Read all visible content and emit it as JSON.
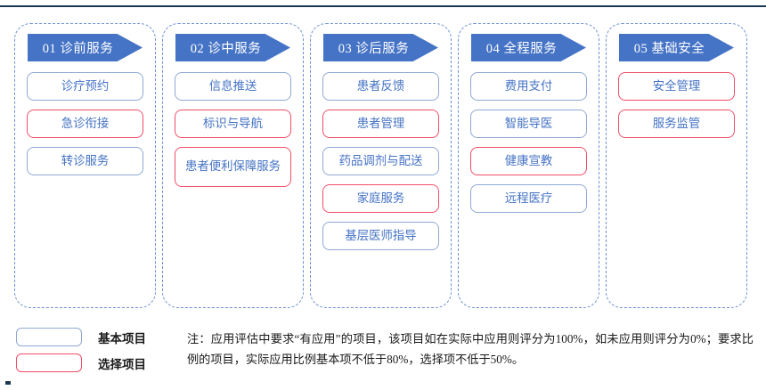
{
  "columns": [
    {
      "banner": "01 诊前服务",
      "items": [
        {
          "label": "诊疗预约",
          "type": "basic"
        },
        {
          "label": "急诊衔接",
          "type": "optional"
        },
        {
          "label": "转诊服务",
          "type": "basic"
        }
      ]
    },
    {
      "banner": "02 诊中服务",
      "items": [
        {
          "label": "信息推送",
          "type": "basic"
        },
        {
          "label": "标识与导航",
          "type": "optional"
        },
        {
          "label": "患者便利保障服务",
          "type": "optional",
          "two_line": true
        }
      ]
    },
    {
      "banner": "03 诊后服务",
      "items": [
        {
          "label": "患者反馈",
          "type": "basic"
        },
        {
          "label": "患者管理",
          "type": "optional"
        },
        {
          "label": "药品调剂与配送",
          "type": "basic"
        },
        {
          "label": "家庭服务",
          "type": "optional"
        },
        {
          "label": "基层医师指导",
          "type": "basic"
        }
      ]
    },
    {
      "banner": "04 全程服务",
      "items": [
        {
          "label": "费用支付",
          "type": "basic"
        },
        {
          "label": "智能导医",
          "type": "basic"
        },
        {
          "label": "健康宣教",
          "type": "optional"
        },
        {
          "label": "远程医疗",
          "type": "basic"
        }
      ]
    },
    {
      "banner": "05 基础安全",
      "items": [
        {
          "label": "安全管理",
          "type": "optional"
        },
        {
          "label": "服务监管",
          "type": "optional"
        }
      ]
    }
  ],
  "legend": {
    "basic_label": "基本项目",
    "optional_label": "选择项目"
  },
  "note": {
    "text": "注：应用评估中要求“有应用”的项目，该项目如在实际中应用则评分为100%，如未应用则评分为0%；要求比例的项目，实际应用比例基本项不低于80%，选择项不低于50%。"
  },
  "colors": {
    "banner_blue": "#4573c5",
    "basic_border": "#8fa9d4",
    "optional_border": "#ef4f68",
    "column_dash": "#6d8fd0",
    "text_blue": "#4573c5",
    "top_rule": "#1b3a52"
  }
}
